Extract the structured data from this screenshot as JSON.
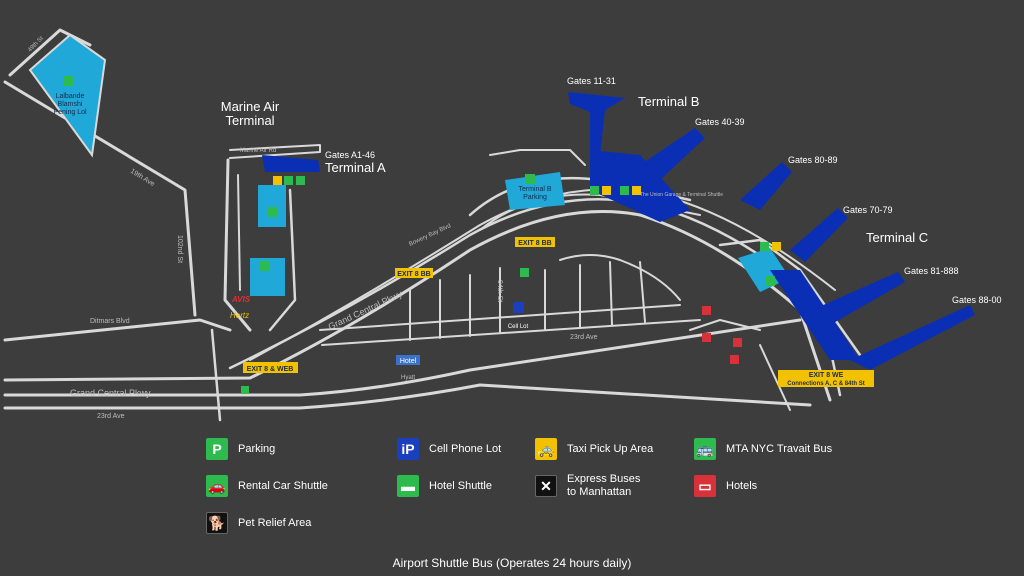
{
  "colors": {
    "background": "#3d3d3d",
    "road": "#d9d9d9",
    "terminal_blue": "#0a2fb5",
    "parking_cyan": "#1fa8d8",
    "green": "#2dbb4e",
    "yellow": "#f2c200",
    "red": "#d8313a"
  },
  "map": {
    "terminals": {
      "marine_air_line1": "Marine Air",
      "marine_air_line2": "Terminal",
      "terminal_a": "Terminal A",
      "terminal_b": "Terminal B",
      "terminal_c": "Terminal C"
    },
    "gates": {
      "a": "Gates A1-46",
      "b1": "Gates 11-31",
      "b2": "Gates 40-39",
      "c1": "Gates 80-89",
      "c2": "Gates 70-79",
      "c3": "Gates 81-888",
      "c4": "Gates 88-00"
    },
    "parking_labels": {
      "lot_top_left_1": "Lalbande",
      "lot_top_left_2": "Blamshi",
      "lot_top_left_3": "Pening Lol",
      "terminal_b_lot_1": "Terminal B",
      "terminal_b_lot_2": "Parking"
    },
    "roads": {
      "grand_central_1": "Grand Central Pkwy",
      "grand_central_2": "Grand Central Pkwy",
      "ave_23_1": "23rd Ave",
      "ave_23_2": "23rd Ave",
      "ditmars": "Ditmars Blvd",
      "st_102": "102nd St",
      "ave_19": "19th Ave",
      "st_94": "94th St",
      "bowery_bay": "Bowery Bay Blvd",
      "marine_air_rd": "Marine Air Rd",
      "st_49": "49th St"
    },
    "exits": {
      "exit_upper": "EXIT 8 BB",
      "exit_mid": "EXIT 8 BB",
      "exit_left": "EXIT 8 & WEB",
      "exit_right_1": "EXIT 8 WE",
      "exit_right_2": "Connections A, C & 84th St"
    },
    "misc": {
      "avis": "AVIS",
      "hertz": "Hertz",
      "hotel_sign": "Hotel",
      "hotel_sub": "Hyatt",
      "cell_lot": "Cell Lot",
      "terminal_b_bus": "The Union Garage & Terminal Shuttle"
    }
  },
  "legend": {
    "parking": {
      "icon": "parking-icon",
      "glyph": "P",
      "label": "Parking"
    },
    "cell_phone_lot": {
      "icon": "cell-phone-lot-icon",
      "glyph": "iP",
      "label": "Cell Phone Lot"
    },
    "taxi": {
      "icon": "taxi-icon",
      "glyph": "🚕",
      "label": "Taxi Pick Up Area"
    },
    "mta": {
      "icon": "bus-icon",
      "glyph": "🚌",
      "label": "MTA NYC Travait Bus"
    },
    "rental_car": {
      "icon": "rental-car-icon",
      "glyph": "🚗",
      "label": "Rental Car Shuttle"
    },
    "hotel_shuttle": {
      "icon": "hotel-shuttle-icon",
      "glyph": "▬",
      "label": "Hotel Shuttle"
    },
    "express_bus_1": "Express Buses",
    "express_bus_2": "to Manhattan",
    "express_glyph": "✕",
    "hotels": {
      "icon": "hotel-bed-icon",
      "glyph": "▭",
      "label": "Hotels"
    },
    "pet_relief": {
      "icon": "pet-relief-icon",
      "glyph": "🐕",
      "label": "Pet Relief Area"
    }
  },
  "footer": "Airport Shuttle Bus (Operates 24 hours daily)"
}
